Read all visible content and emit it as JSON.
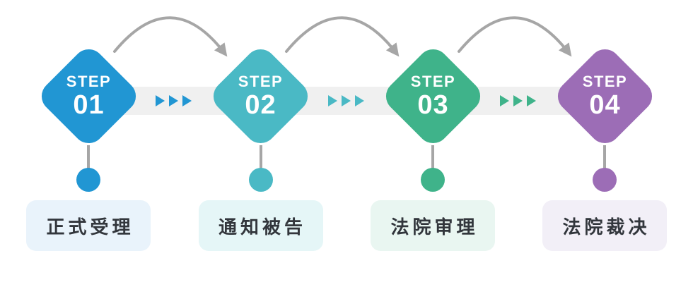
{
  "diagram": {
    "type": "process-flow",
    "language": "zh-CN",
    "step_count": 4
  },
  "steps": [
    {
      "step_label": "STEP",
      "number": "01",
      "name": "正式受理",
      "color": "#2196d3",
      "label_bg": "#e9f3fb"
    },
    {
      "step_label": "STEP",
      "number": "02",
      "name": "通知被告",
      "color": "#4ab9c5",
      "label_bg": "#e5f6f7"
    },
    {
      "step_label": "STEP",
      "number": "03",
      "name": "法院审理",
      "color": "#3fb38a",
      "label_bg": "#e9f6f1"
    },
    {
      "step_label": "STEP",
      "number": "04",
      "name": "法院裁决",
      "color": "#9c6db6",
      "label_bg": "#f2eff7"
    }
  ],
  "connectors": [
    {
      "from": "01",
      "to": "02",
      "arrow_color": "#2196d3"
    },
    {
      "from": "02",
      "to": "03",
      "arrow_color": "#4ab9c5"
    },
    {
      "from": "03",
      "to": "04",
      "arrow_color": "#3fb38a"
    }
  ],
  "decor": {
    "band_color": "#f0f0f0",
    "curve_color": "#a6a6a6",
    "stem_color": "#a6a6a6",
    "label_text_color": "#32363c"
  }
}
